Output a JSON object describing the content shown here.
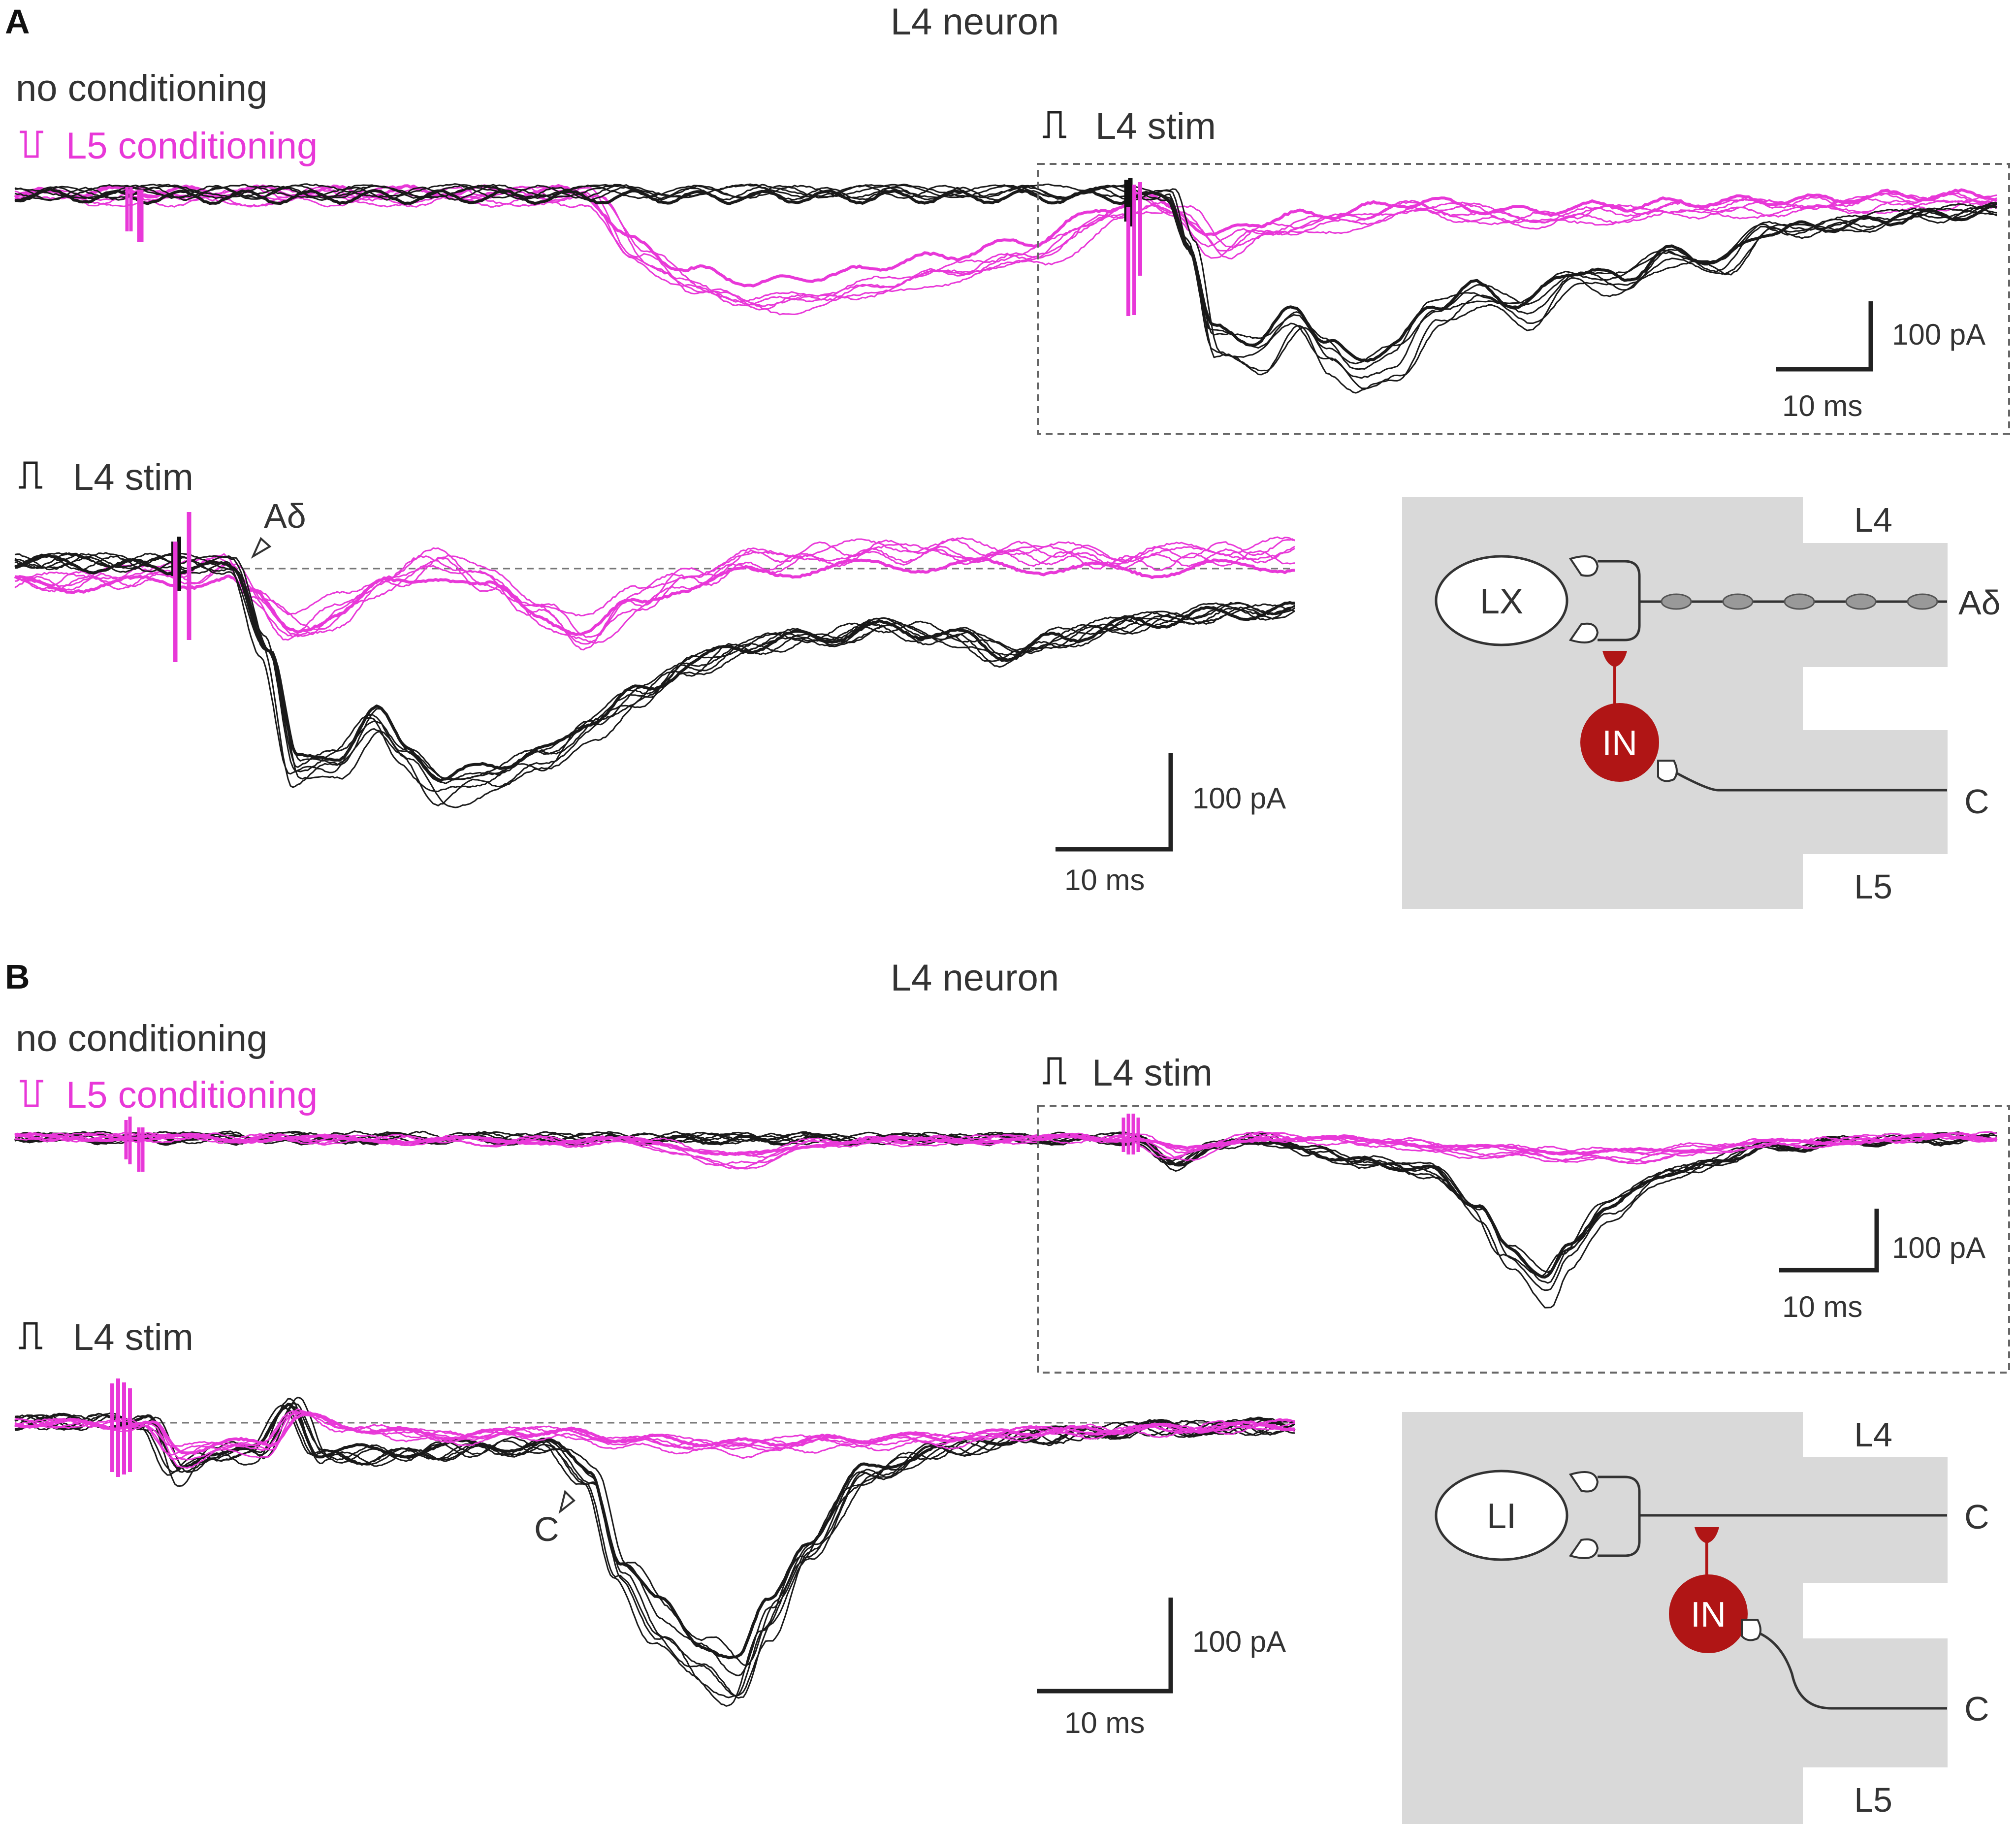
{
  "colors": {
    "control": "#1a1a1a",
    "conditioned": "#e838d8",
    "interneuron": "#b01515",
    "layer": "#d9d9d9",
    "text": "#333333",
    "dash": "#666666"
  },
  "panel_a": {
    "letter": "A",
    "title": "L4 neuron",
    "legend_control": "no conditioning",
    "legend_conditioned": "L5 conditioning",
    "stim_top": "L4 stim",
    "stim_bottom": "L4 stim",
    "scale_top_current": "100 pA",
    "scale_top_time": "10 ms",
    "scale_bottom_current": "100 pA",
    "scale_bottom_time": "10 ms",
    "marker": "Aδ",
    "diagram": {
      "neuron": "LX",
      "interneuron": "IN",
      "layer_top": "L4",
      "layer_bottom": "L5",
      "fiber_top": "Aδ",
      "fiber_bottom": "C"
    }
  },
  "panel_b": {
    "letter": "B",
    "title": "L4 neuron",
    "legend_control": "no conditioning",
    "legend_conditioned": "L5 conditioning",
    "stim_top": "L4 stim",
    "stim_bottom": "L4 stim",
    "scale_top_current": "100 pA",
    "scale_top_time": "10 ms",
    "scale_bottom_current": "100 pA",
    "scale_bottom_time": "10 ms",
    "marker": "C",
    "diagram": {
      "neuron": "LI",
      "interneuron": "IN",
      "layer_top": "L4",
      "layer_bottom": "L5",
      "fiber_top": "C",
      "fiber_bottom": "C"
    }
  }
}
